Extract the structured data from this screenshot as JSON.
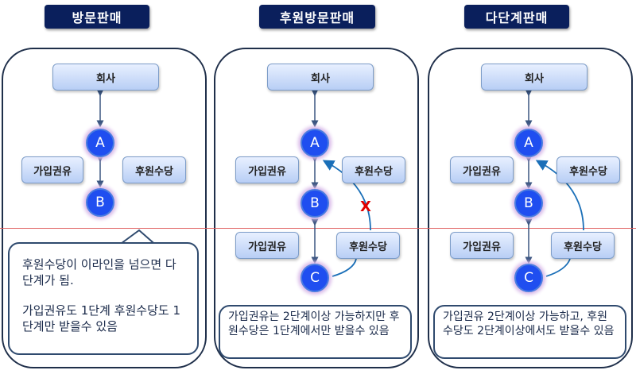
{
  "panels": [
    {
      "title": "방문판매",
      "company": "회사",
      "nodes": [
        "A",
        "B"
      ],
      "recruit_label": "가입권유",
      "commission_label": "후원수당",
      "note_line1": "후원수당이 이라인을 넘으면 다단계가 됨.",
      "note_line2": "가입권유도 1단계 후원수당도 1단계만 받을수 있음"
    },
    {
      "title": "후원방문판매",
      "company": "회사",
      "nodes": [
        "A",
        "B",
        "C"
      ],
      "recruit_label": "가입권유",
      "commission_label": "후원수당",
      "blocked_mark": "X",
      "note": "가입권유는 2단계이상 가능하지만 후원수당은 1단계에서만 받을수 있음"
    },
    {
      "title": "다단계판매",
      "company": "회사",
      "nodes": [
        "A",
        "B",
        "C"
      ],
      "recruit_label": "가입권유",
      "commission_label": "후원수당",
      "note": "가입권유 2단계이상 가능하고, 후원수당도 2단계이상에서도 받을수 있음"
    }
  ],
  "colors": {
    "title_bg": "#0a1f5c",
    "node": "#1f4ef0",
    "divider": "#e06060",
    "arrow": "#1a6fb8",
    "blocked": "#e00000"
  }
}
